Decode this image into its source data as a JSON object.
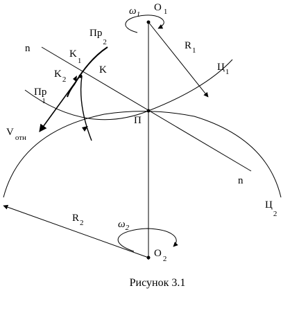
{
  "diagram": {
    "centers": {
      "top": {
        "letter": "O",
        "sub": "1"
      },
      "bottom": {
        "letter": "O",
        "sub": "2"
      }
    },
    "angular_velocity": {
      "top": {
        "symbol": "ω",
        "sub": "1"
      },
      "bottom": {
        "symbol": "ω",
        "sub": "2"
      }
    },
    "radii": {
      "top": {
        "letter": "R",
        "sub": "1"
      },
      "bottom": {
        "letter": "R",
        "sub": "2"
      }
    },
    "circles": {
      "top": {
        "letter": "Ц",
        "sub": "1"
      },
      "bottom": {
        "letter": "Ц",
        "sub": "2"
      }
    },
    "pitch_point": "П",
    "normal_line": {
      "start": "n",
      "end": "n"
    },
    "profiles": {
      "first": {
        "letter": "Пр",
        "sub": "1"
      },
      "second": {
        "letter": "Пр",
        "sub": "2"
      }
    },
    "contact_points": {
      "main": "K",
      "first": {
        "letter": "K",
        "sub": "1"
      },
      "second": {
        "letter": "K",
        "sub": "2"
      }
    },
    "velocity": {
      "letter": "V",
      "sub": "отн"
    }
  },
  "caption": "Рисунок 3.1"
}
